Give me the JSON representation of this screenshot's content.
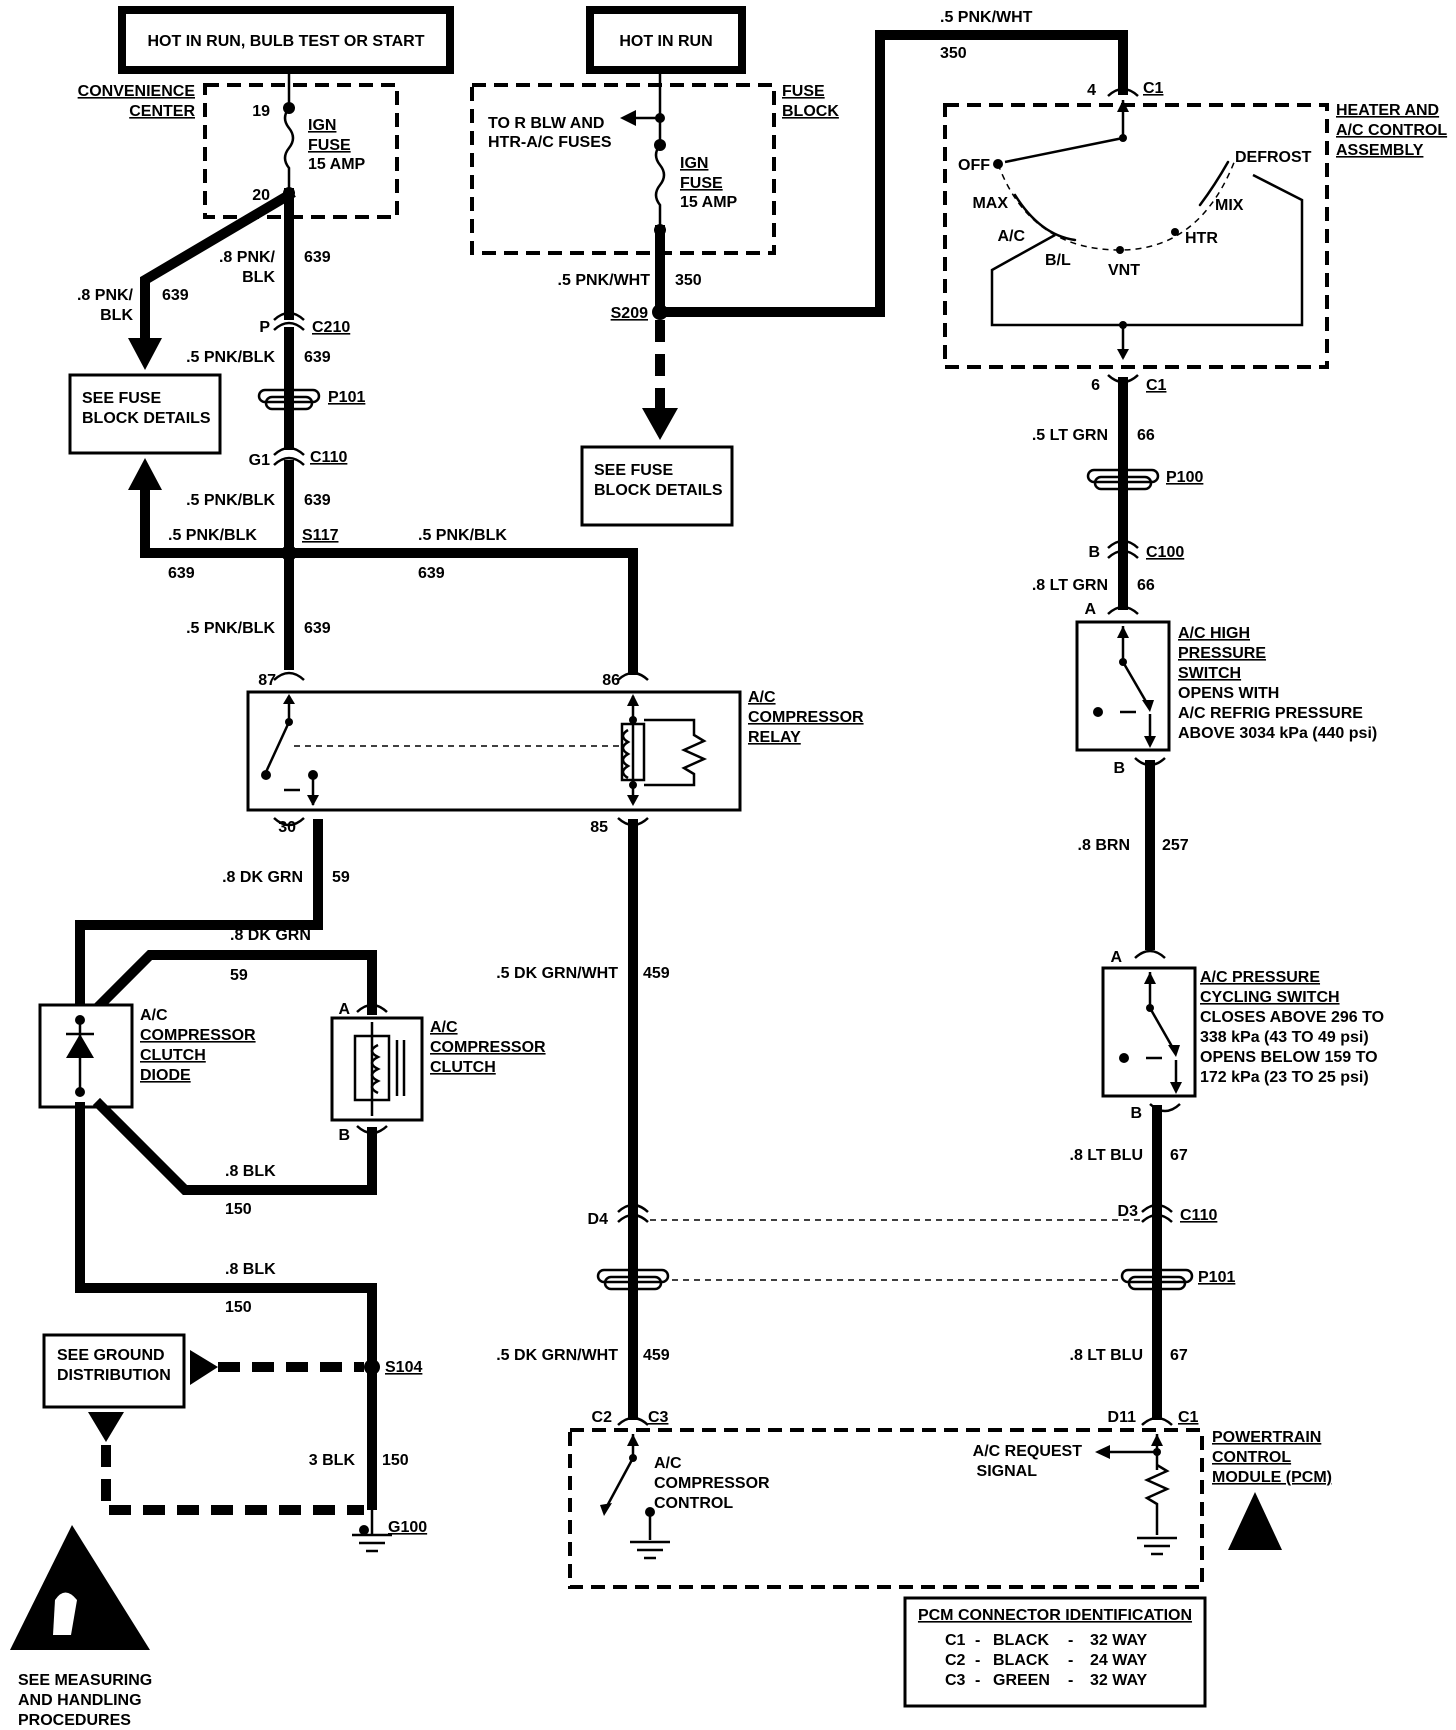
{
  "headers": {
    "hot_run_bulb": "HOT IN RUN, BULB TEST OR START",
    "hot_run": "HOT IN RUN"
  },
  "convenience_center": {
    "label_line1": "CONVENIENCE",
    "label_line2": "CENTER",
    "pin_top": "19",
    "pin_bottom": "20",
    "fuse_line1": "IGN",
    "fuse_line2": "FUSE",
    "fuse_line3": "15 AMP"
  },
  "fuse_block": {
    "label_line1": "FUSE",
    "label_line2": "BLOCK",
    "feed_line1": "TO R BLW AND",
    "feed_line2": "HTR-A/C FUSES",
    "fuse_line1": "IGN",
    "fuse_line2": "FUSE",
    "fuse_line3": "15 AMP"
  },
  "see_boxes": {
    "fuse_details_left_1": "SEE FUSE",
    "fuse_details_left_2": "BLOCK DETAILS",
    "fuse_details_mid_1": "SEE FUSE",
    "fuse_details_mid_2": "BLOCK DETAILS",
    "ground_dist_1": "SEE GROUND",
    "ground_dist_2": "DISTRIBUTION",
    "esd_1": "SEE MEASURING",
    "esd_2": "AND HANDLING",
    "esd_3": "PROCEDURES"
  },
  "wires": {
    "w639_branch_a": ".8 PNK/",
    "w639_branch_b": "BLK",
    "w639_branch_num": "639",
    "w639_main_a": ".8 PNK/",
    "w639_main_b": "BLK",
    "w639_main_num": "639",
    "w639_c210": ".5 PNK/BLK",
    "w639_c210_num": "639",
    "w639_c110": ".5 PNK/BLK",
    "w639_c110_num": "639",
    "w639_left": ".5 PNK/BLK",
    "w639_left_num": "639",
    "w639_right": ".5 PNK/BLK",
    "w639_right_num": "639",
    "w639_down": ".5 PNK/BLK",
    "w639_down_num": "639",
    "w350_fuse": ".5 PNK/WHT",
    "w350_fuse_num": "350",
    "w350_top": ".5 PNK/WHT",
    "w350_top_num": "350",
    "w66_upper": ".5 LT GRN",
    "w66_upper_num": "66",
    "w66_lower": ".8 LT GRN",
    "w66_lower_num": "66",
    "w257": ".8 BRN",
    "w257_num": "257",
    "w67_upper": ".8 LT BLU",
    "w67_upper_num": "67",
    "w67_lower": ".8 LT BLU",
    "w67_lower_num": "67",
    "w59_a": ".8 DK GRN",
    "w59_a_num": "59",
    "w59_b": ".8 DK GRN",
    "w59_b_num": "59",
    "w459_upper": ".5 DK GRN/WHT",
    "w459_upper_num": "459",
    "w459_lower": ".5 DK GRN/WHT",
    "w459_lower_num": "459",
    "w150_a": ".8 BLK",
    "w150_a_num": "150",
    "w150_b": ".8 BLK",
    "w150_b_num": "150",
    "w150_c": "3 BLK",
    "w150_c_num": "150"
  },
  "connectors": {
    "c210_pin": "P",
    "c210": "C210",
    "p101_left": "P101",
    "c110_pin": "G1",
    "c110_left": "C110",
    "s117": "S117",
    "s209": "S209",
    "c1_top_pin": "4",
    "c1_top": "C1",
    "c1_bot_pin": "6",
    "c1_bot": "C1",
    "p100": "P100",
    "c100_pin": "B",
    "c100": "C100",
    "hps_pin_a": "A",
    "hps_pin_b": "B",
    "pcs_pin_a": "A",
    "pcs_pin_b": "B",
    "relay_87": "87",
    "relay_86": "86",
    "relay_30": "30",
    "relay_85": "85",
    "clutch_a": "A",
    "clutch_b": "B",
    "d4": "D4",
    "d3": "D3",
    "c110_right": "C110",
    "p101_right": "P101",
    "c2": "C2",
    "c3": "C3",
    "d11": "D11",
    "c1_pcm": "C1",
    "s104": "S104",
    "g100": "G100"
  },
  "components": {
    "hvac_line1": "HEATER AND",
    "hvac_line2": "A/C CONTROL",
    "hvac_line3": "ASSEMBLY",
    "hvac_off": "OFF",
    "hvac_max": "MAX",
    "hvac_ac": "A/C",
    "hvac_bl": "B/L",
    "hvac_vnt": "VNT",
    "hvac_htr": "HTR",
    "hvac_mix": "MIX",
    "hvac_defrost": "DEFROST",
    "hps_1": "A/C HIGH",
    "hps_2": "PRESSURE",
    "hps_3": "SWITCH",
    "hps_4": "OPENS WITH",
    "hps_5": "A/C REFRIG PRESSURE",
    "hps_6": "ABOVE 3034 kPa (440 psi)",
    "pcs_1": "A/C PRESSURE",
    "pcs_2": "CYCLING SWITCH",
    "pcs_3": "CLOSES ABOVE 296 TO",
    "pcs_4": "338 kPa (43 TO 49 psi)",
    "pcs_5": "OPENS BELOW 159 TO",
    "pcs_6": "172 kPa (23 TO 25 psi)",
    "relay_1": "A/C",
    "relay_2": "COMPRESSOR",
    "relay_3": "RELAY",
    "diode_1": "A/C",
    "diode_2": "COMPRESSOR",
    "diode_3": "CLUTCH",
    "diode_4": "DIODE",
    "clutch_1": "A/C",
    "clutch_2": "COMPRESSOR",
    "clutch_3": "CLUTCH",
    "pcm_comp_1": "A/C",
    "pcm_comp_2": "COMPRESSOR",
    "pcm_comp_3": "CONTROL",
    "pcm_req_1": "A/C REQUEST",
    "pcm_req_2": "SIGNAL",
    "pcm_1": "POWERTRAIN",
    "pcm_2": "CONTROL",
    "pcm_3": "MODULE (PCM)"
  },
  "pcm_table": {
    "title": "PCM CONNECTOR IDENTIFICATION",
    "rows": [
      {
        "id": "C1",
        "dash1": "-",
        "color": "BLACK",
        "dash2": "-",
        "size": "32 WAY"
      },
      {
        "id": "C2",
        "dash1": "-",
        "color": "BLACK",
        "dash2": "-",
        "size": "24 WAY"
      },
      {
        "id": "C3",
        "dash1": "-",
        "color": "GREEN",
        "dash2": "-",
        "size": "32 WAY"
      }
    ]
  }
}
